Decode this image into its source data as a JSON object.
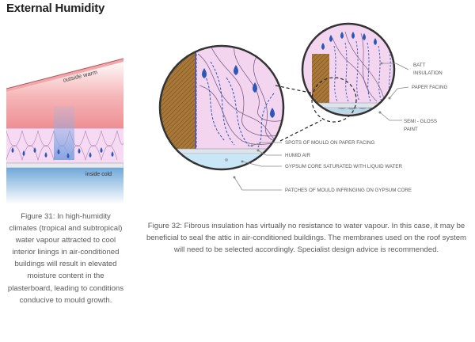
{
  "heading": "External Humidity",
  "figure31": {
    "label_outside": "outside warm",
    "label_inside": "inside cold",
    "caption": "Figure 31: In high-humidity climates (tropical and subtropical) water vapour attracted to cool interior linings in air-conditioned buildings will result in elevated moisture content in the plasterboard, leading to conditions conducive to mould growth."
  },
  "figure32": {
    "callouts": {
      "batt_insulation_l1": "BATT",
      "batt_insulation_l2": "INSULATION",
      "paper_facing": "PAPER FACING",
      "semi_gloss_l1": "SEMI - GLOSS",
      "semi_gloss_l2": "PAINT",
      "spots_mould": "SPOTS OF MOULD ON PAPER FACING",
      "humid_air": "HUMID AIR",
      "gypsum_core": "GYPSUM CORE SATURATED WITH LIQUID WATER",
      "patches_mould": "PATCHES OF MOULD INFRINGING ON GYPSUM CORE"
    },
    "caption": "Figure 32: Fibrous insulation has virtually no resistance to water vapour. In this case, it may be beneficial to seal the attic in air-conditioned buildings. The membranes used on the roof system will need to be selected accordingly. Specialist design advice is recommended."
  },
  "colors": {
    "warm": "#f2a3a6",
    "cold": "#7fb4dc",
    "insulation": "#f4d5f0",
    "timber": "#a07238",
    "droplet": "#2b57b8"
  }
}
